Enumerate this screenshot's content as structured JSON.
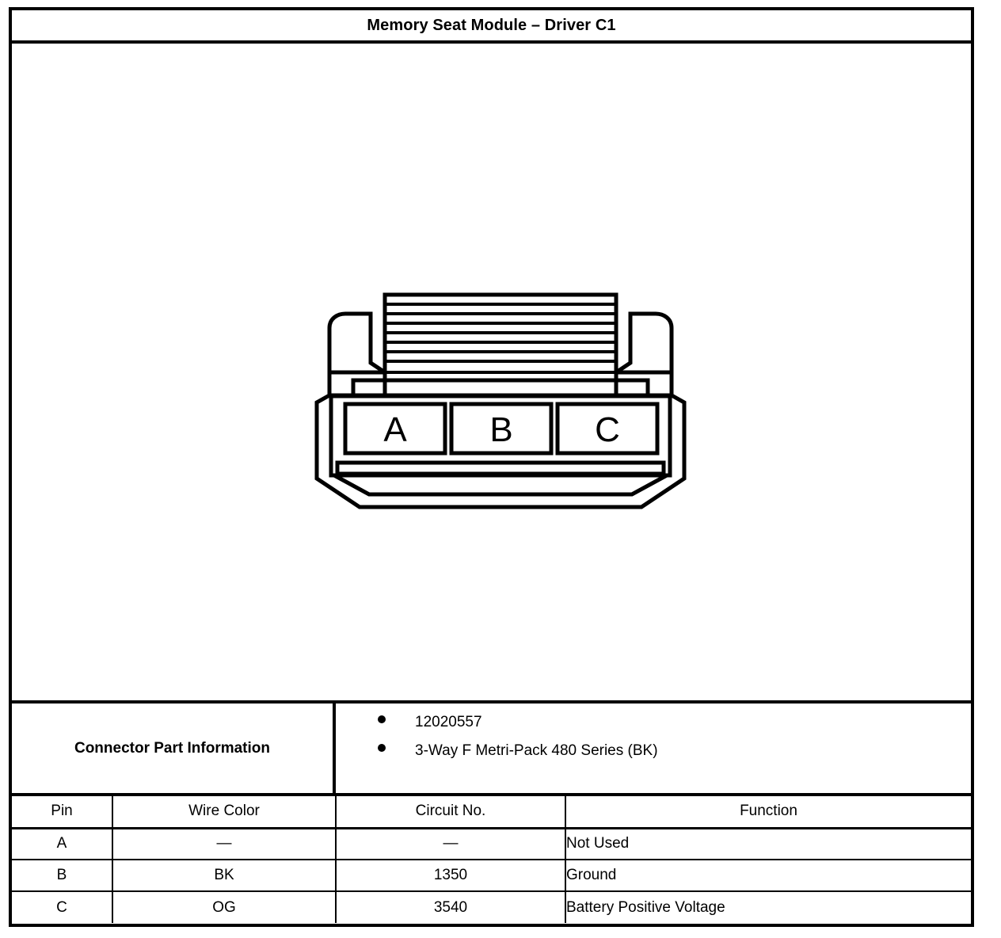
{
  "header": {
    "title": "Memory Seat Module – Driver C1"
  },
  "illustration": {
    "type": "connector-face-view",
    "cavity_labels": [
      "A",
      "B",
      "C"
    ]
  },
  "part_info": {
    "label": "Connector Part Information",
    "items": [
      "12020557",
      "3-Way F Metri-Pack 480 Series (BK)"
    ]
  },
  "pin_table": {
    "columns": [
      "Pin",
      "Wire Color",
      "Circuit No.",
      "Function"
    ],
    "rows": [
      {
        "pin": "A",
        "wire_color": "—",
        "circuit_no": "—",
        "function": "Not Used"
      },
      {
        "pin": "B",
        "wire_color": "BK",
        "circuit_no": "1350",
        "function": "Ground"
      },
      {
        "pin": "C",
        "wire_color": "OG",
        "circuit_no": "3540",
        "function": "Battery Positive Voltage"
      }
    ]
  },
  "colors": {
    "ink": "#000000",
    "paper": "#ffffff"
  }
}
